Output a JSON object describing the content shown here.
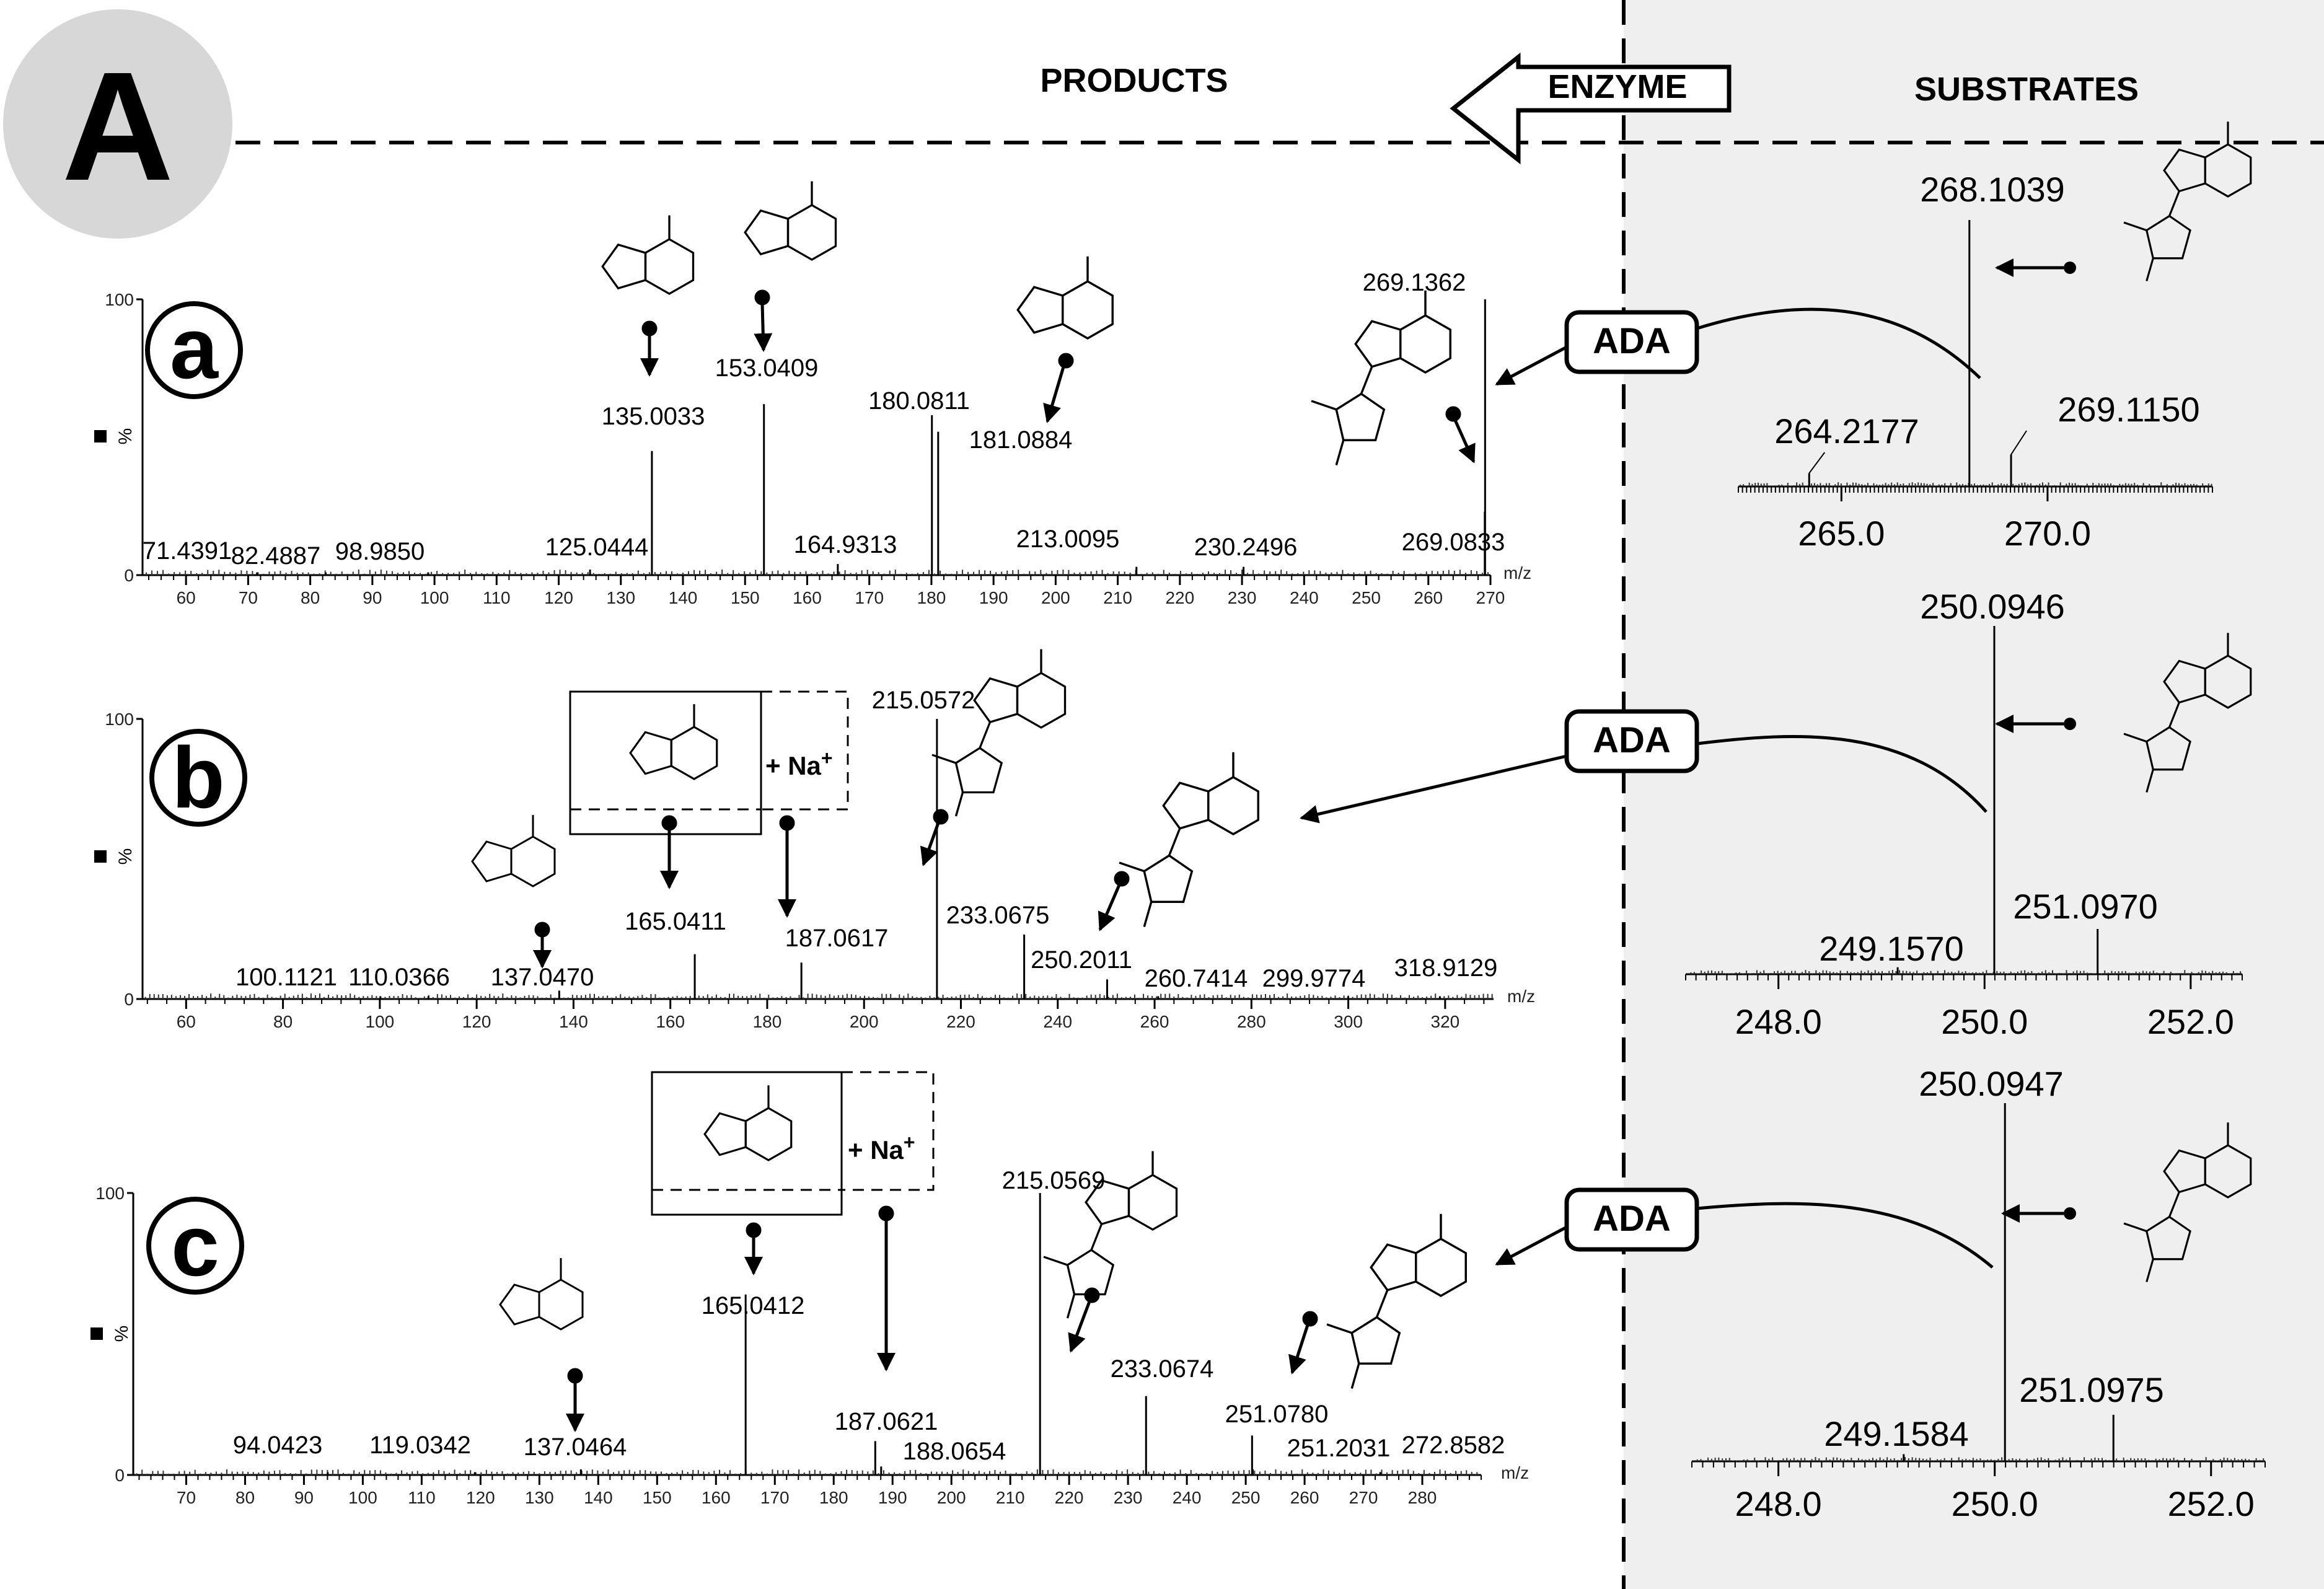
{
  "figure": {
    "panel_letter": "A",
    "header_products": "PRODUCTS",
    "header_enzyme": "ENZYME",
    "header_substrates": "SUBSTRATES",
    "enzyme_label": "ADA",
    "na_label": "+ Na",
    "na_sup": "+",
    "y_axis_label": "%",
    "x_unit_label": "m/z"
  },
  "chart_data": [
    {
      "type": "bar",
      "panel": "a",
      "xlim": [
        53,
        270
      ],
      "ylim": [
        0,
        100
      ],
      "x_ticks": [
        60,
        70,
        80,
        90,
        100,
        110,
        120,
        130,
        140,
        150,
        160,
        170,
        180,
        190,
        200,
        210,
        220,
        230,
        240,
        250,
        260,
        270
      ],
      "y_ticks": [
        0,
        100
      ],
      "peaks": [
        {
          "mz": 71.4391,
          "intensity": 1,
          "label": "71.4391"
        },
        {
          "mz": 82.4887,
          "intensity": 1,
          "label": "82.4887"
        },
        {
          "mz": 98.985,
          "intensity": 1,
          "label": "98.9850"
        },
        {
          "mz": 125.0444,
          "intensity": 2,
          "label": "125.0444"
        },
        {
          "mz": 135.0033,
          "intensity": 45,
          "label": "135.0033"
        },
        {
          "mz": 153.0409,
          "intensity": 62,
          "label": "153.0409"
        },
        {
          "mz": 164.9313,
          "intensity": 4,
          "label": "164.9313"
        },
        {
          "mz": 180.0811,
          "intensity": 58,
          "label": "180.0811"
        },
        {
          "mz": 181.0884,
          "intensity": 52,
          "label": "181.0884"
        },
        {
          "mz": 213.0095,
          "intensity": 3,
          "label": "213.0095"
        },
        {
          "mz": 230.2496,
          "intensity": 3,
          "label": "230.2496"
        },
        {
          "mz": 269.0833,
          "intensity": 23,
          "label": "269.0833"
        },
        {
          "mz": 269.1362,
          "intensity": 100,
          "label": "269.1362"
        }
      ]
    },
    {
      "type": "bar",
      "panel": "b",
      "xlim": [
        51,
        330
      ],
      "ylim": [
        0,
        100
      ],
      "x_ticks": [
        60,
        80,
        100,
        120,
        140,
        160,
        180,
        200,
        220,
        240,
        260,
        280,
        300,
        320
      ],
      "y_ticks": [
        0,
        100
      ],
      "peaks": [
        {
          "mz": 100.1121,
          "intensity": 1,
          "label": "100.1121"
        },
        {
          "mz": 110.0366,
          "intensity": 1,
          "label": "110.0366"
        },
        {
          "mz": 137.047,
          "intensity": 3,
          "label": "137.0470"
        },
        {
          "mz": 165.0411,
          "intensity": 16,
          "label": "165.0411"
        },
        {
          "mz": 187.0617,
          "intensity": 13,
          "label": "187.0617"
        },
        {
          "mz": 215.0572,
          "intensity": 100,
          "label": "215.0572"
        },
        {
          "mz": 233.0675,
          "intensity": 23,
          "label": "233.0675"
        },
        {
          "mz": 250.2011,
          "intensity": 7,
          "label": "250.2011"
        },
        {
          "mz": 260.7414,
          "intensity": 1,
          "label": "260.7414"
        },
        {
          "mz": 299.9774,
          "intensity": 1,
          "label": "299.9774"
        },
        {
          "mz": 318.9129,
          "intensity": 1,
          "label": "318.9129"
        }
      ]
    },
    {
      "type": "bar",
      "panel": "c",
      "xlim": [
        61,
        290
      ],
      "ylim": [
        0,
        100
      ],
      "x_ticks": [
        70,
        80,
        90,
        100,
        110,
        120,
        130,
        140,
        150,
        160,
        170,
        180,
        190,
        200,
        210,
        220,
        230,
        240,
        250,
        260,
        270,
        280
      ],
      "y_ticks": [
        0,
        100
      ],
      "peaks": [
        {
          "mz": 94.0423,
          "intensity": 1,
          "label": "94.0423"
        },
        {
          "mz": 119.0342,
          "intensity": 1,
          "label": "119.0342"
        },
        {
          "mz": 137.0464,
          "intensity": 2,
          "label": "137.0464"
        },
        {
          "mz": 165.0412,
          "intensity": 64,
          "label": "165.0412"
        },
        {
          "mz": 187.0621,
          "intensity": 12,
          "label": "187.0621"
        },
        {
          "mz": 188.0654,
          "intensity": 3,
          "label": "188.0654"
        },
        {
          "mz": 215.0569,
          "intensity": 100,
          "label": "215.0569"
        },
        {
          "mz": 233.0674,
          "intensity": 28,
          "label": "233.0674"
        },
        {
          "mz": 251.078,
          "intensity": 14,
          "label": "251.0780"
        },
        {
          "mz": 251.2031,
          "intensity": 2,
          "label": "251.2031"
        },
        {
          "mz": 272.8582,
          "intensity": 1,
          "label": "272.8582"
        }
      ]
    },
    {
      "type": "bar",
      "panel": "substrate-a",
      "xlim": [
        262.5,
        274
      ],
      "ylim": [
        0,
        100
      ],
      "x_ticks": [
        265.0,
        270.0
      ],
      "tick_labels": [
        "265.0",
        "270.0"
      ],
      "peaks": [
        {
          "mz": 264.2177,
          "intensity": 5,
          "label": "264.2177"
        },
        {
          "mz": 268.1039,
          "intensity": 100,
          "label": "268.1039"
        },
        {
          "mz": 269.115,
          "intensity": 12,
          "label": "269.1150"
        }
      ]
    },
    {
      "type": "bar",
      "panel": "substrate-b",
      "xlim": [
        247.1,
        252.5
      ],
      "ylim": [
        0,
        100
      ],
      "x_ticks": [
        248.0,
        250.0,
        252.0
      ],
      "tick_labels": [
        "248.0",
        "250.0",
        "252.0"
      ],
      "peaks": [
        {
          "mz": 249.157,
          "intensity": 2,
          "label": "249.1570"
        },
        {
          "mz": 250.0946,
          "intensity": 100,
          "label": "250.0946"
        },
        {
          "mz": 251.097,
          "intensity": 13,
          "label": "251.0970"
        }
      ]
    },
    {
      "type": "bar",
      "panel": "substrate-c",
      "xlim": [
        247.2,
        252.5
      ],
      "ylim": [
        0,
        100
      ],
      "x_ticks": [
        248.0,
        250.0,
        252.0
      ],
      "tick_labels": [
        "248.0",
        "250.0",
        "252.0"
      ],
      "peaks": [
        {
          "mz": 249.1584,
          "intensity": 2,
          "label": "249.1584"
        },
        {
          "mz": 250.0947,
          "intensity": 100,
          "label": "250.0947"
        },
        {
          "mz": 251.0975,
          "intensity": 13,
          "label": "251.0975"
        }
      ]
    }
  ]
}
